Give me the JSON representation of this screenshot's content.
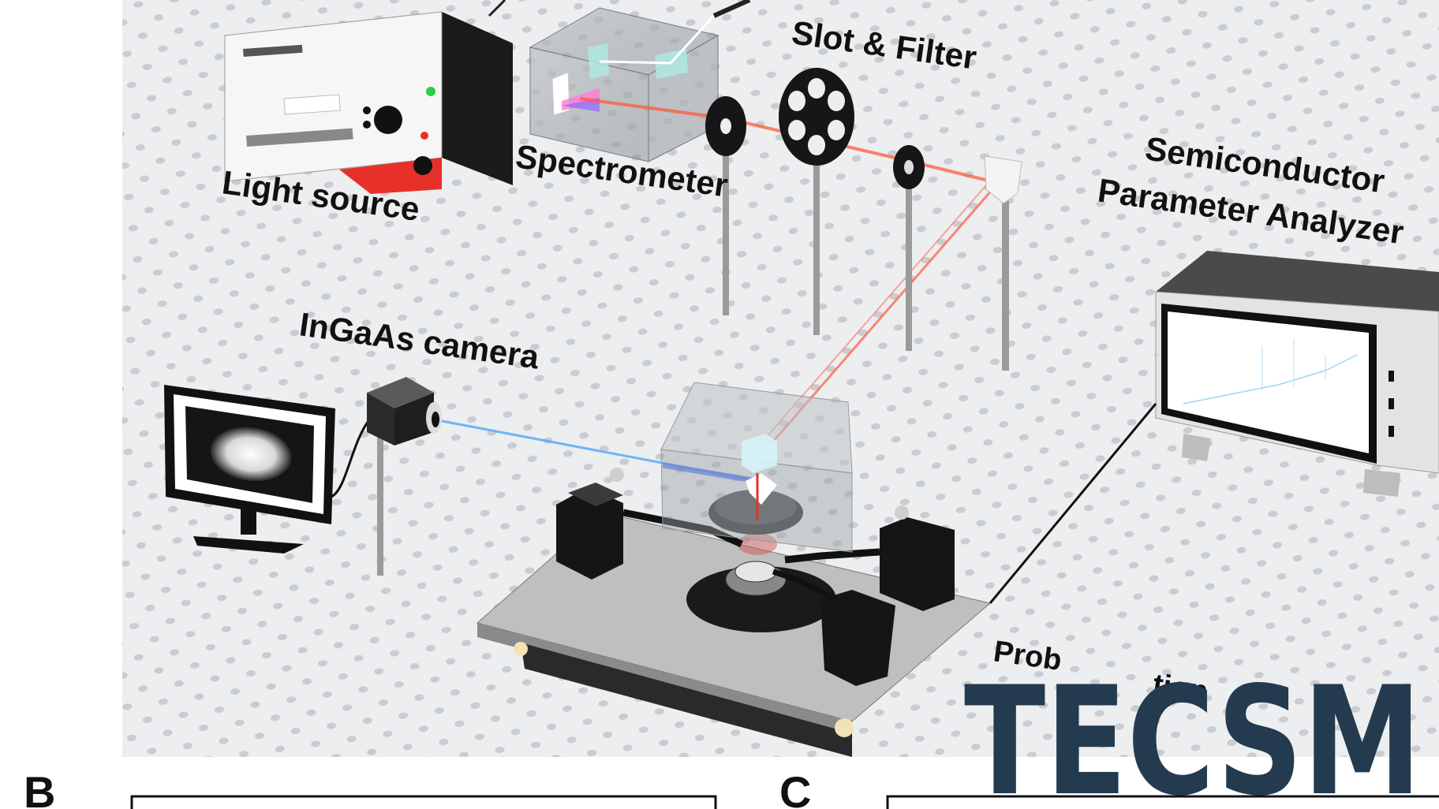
{
  "labels": {
    "light_source": "Light source",
    "spectrometer": "Spectrometer",
    "slot_filter": "Slot & Filter",
    "semiconductor_line1": "Semiconductor",
    "semiconductor_line2": "Parameter Analyzer",
    "ingaas_camera": "InGaAs camera",
    "probe_station_fragment_a": "Prob",
    "probe_station_fragment_b": "tion"
  },
  "panel_letters": {
    "b": "B",
    "c": "C"
  },
  "watermark": {
    "text": "TECSM",
    "color": "#243a4f"
  },
  "colors": {
    "table": "#eceef0",
    "laser_beam": "#ff5a3c",
    "camera_beam": "#5aa9ff",
    "instrument_dark": "#1b1b1b",
    "accent_red": "#e8302a"
  }
}
